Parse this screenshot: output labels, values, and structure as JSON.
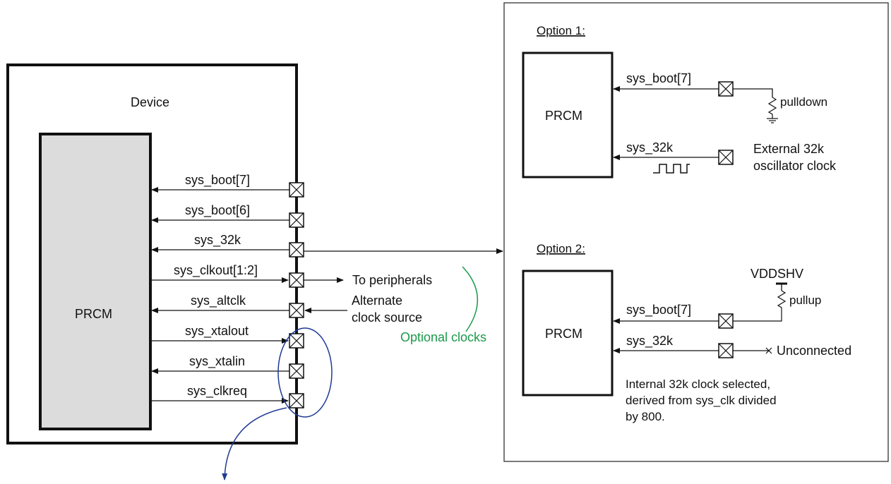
{
  "device": {
    "title": "Device",
    "prcm_label": "PRCM",
    "signals": [
      "sys_boot[7]",
      "sys_boot[6]",
      "sys_32k",
      "sys_clkout[1:2]",
      "sys_altclk",
      "sys_xtalout",
      "sys_xtalin",
      "sys_clkreq"
    ],
    "to_peripherals": "To peripherals",
    "alternate_line1": "Alternate",
    "alternate_line2": "clock source",
    "optional_clocks": "Optional clocks"
  },
  "option1": {
    "title": "Option 1:",
    "prcm_label": "PRCM",
    "boot_signal": "sys_boot[7]",
    "clk_signal": "sys_32k",
    "pulldown": "pulldown",
    "external_line1": "External 32k",
    "external_line2": "oscillator clock"
  },
  "option2": {
    "title": "Option 2:",
    "prcm_label": "PRCM",
    "supply": "VDDSHV",
    "pullup": "pullup",
    "boot_signal": "sys_boot[7]",
    "clk_signal": "sys_32k",
    "unconnected": "Unconnected",
    "note_line1": "Internal 32k clock selected,",
    "note_line2": "derived from sys_clk divided",
    "note_line3": "by 800."
  },
  "colors": {
    "line": "#111111",
    "prcm_fill": "#dcdcdc",
    "highlight": "#1f3a93",
    "optional": "#1a9a4a"
  }
}
